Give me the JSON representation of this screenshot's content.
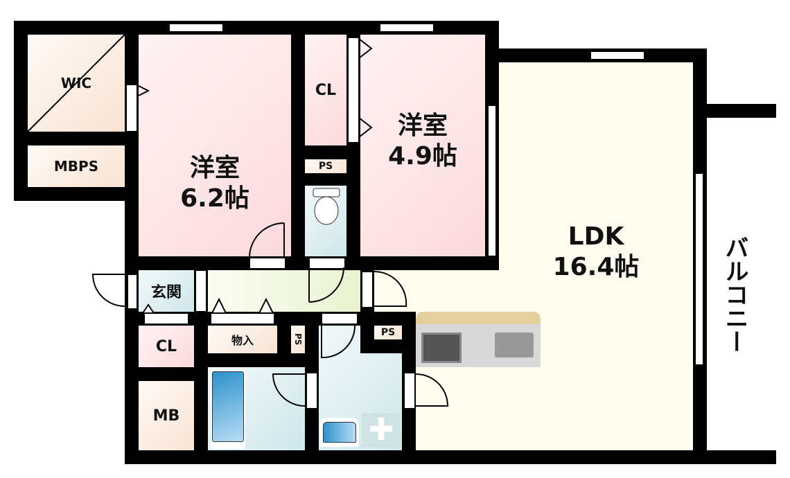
{
  "rooms": {
    "wic": "WIC",
    "mbps": "MBPS",
    "western1": {
      "name": "洋室",
      "size": "6.2帖"
    },
    "cl_upper": "CL",
    "ps_upper": "PS",
    "western2": {
      "name": "洋室",
      "size": "4.9帖"
    },
    "ldk": {
      "name": "LDK",
      "size": "16.4帖"
    },
    "balcony": "バルコニー",
    "entrance": "玄関",
    "cl_lower": "CL",
    "storage": "物入",
    "ps_vertical": "PS",
    "ps_lower": "PS",
    "mb": "MB"
  },
  "colors": {
    "wall": "#000000",
    "western": "#fbd9dc",
    "wet": "#cfe7ea",
    "ldk": "#fffcf0",
    "hall": "#e9f2cf"
  }
}
